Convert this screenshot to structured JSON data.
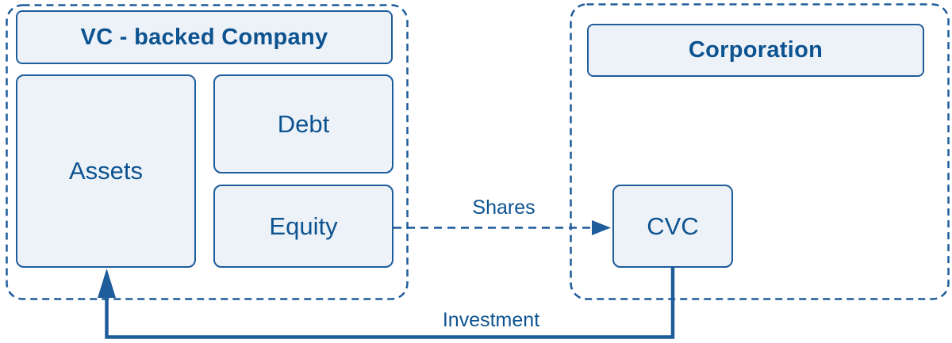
{
  "diagram": {
    "vc_company": {
      "title": "VC - backed Company",
      "boxes": {
        "assets": "Assets",
        "debt": "Debt",
        "equity": "Equity"
      }
    },
    "corporation": {
      "title": "Corporation",
      "boxes": {
        "cvc": "CVC"
      }
    },
    "arrows": {
      "shares": "Shares",
      "investment": "Investment"
    },
    "colors": {
      "stroke_blue": "#1e5c9b",
      "text_blue": "#0d5390",
      "box_fill": "#edf2f8",
      "background": "#ffffff"
    }
  }
}
